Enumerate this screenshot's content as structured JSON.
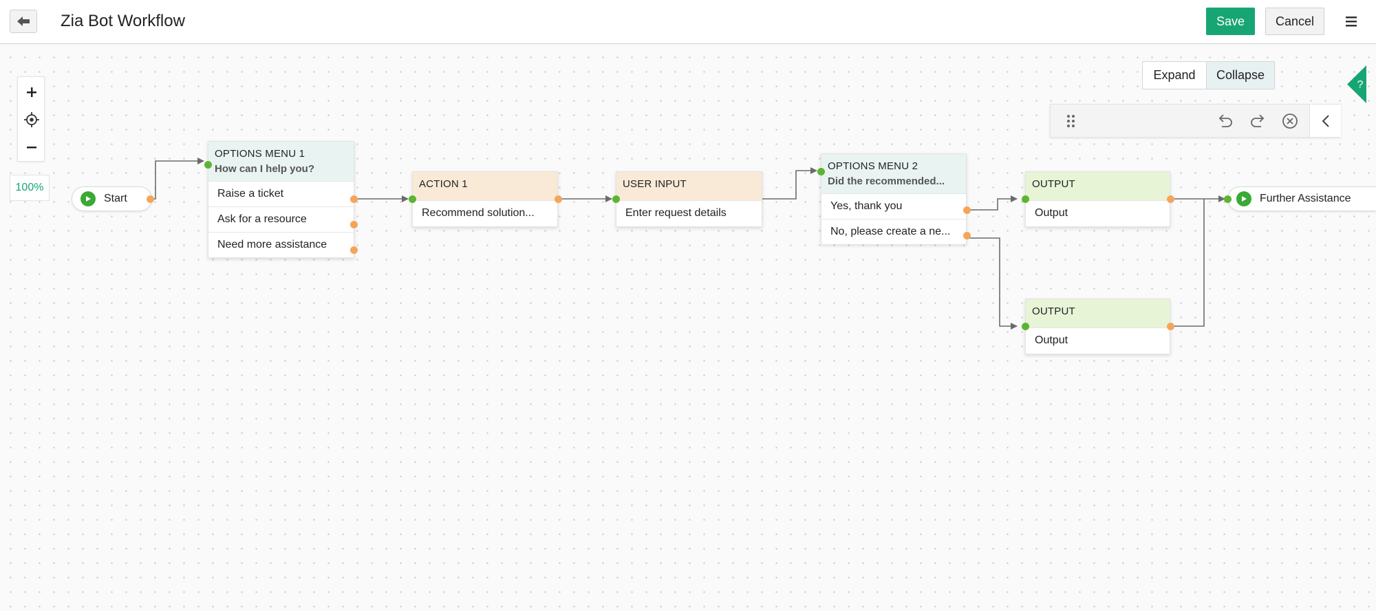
{
  "header": {
    "title": "Zia Bot Workflow",
    "save_label": "Save",
    "cancel_label": "Cancel"
  },
  "canvas": {
    "zoom_level": "100%",
    "expand_label": "Expand",
    "collapse_label": "Collapse",
    "help_label": "?"
  },
  "colors": {
    "accent_green": "#17a673",
    "input_port": "#5cb531",
    "output_port": "#f5a55a",
    "options_header": "#e9f4f2",
    "action_header": "#f9e9d7",
    "output_header": "#e7f4d6"
  },
  "icons": [
    "back-arrow-icon",
    "hamburger-menu-icon",
    "zoom-in-icon",
    "recenter-icon",
    "zoom-out-icon",
    "help-icon",
    "drag-handle-icon",
    "undo-icon",
    "redo-icon",
    "clear-icon",
    "collapse-toolbar-icon",
    "play-icon"
  ],
  "flow": {
    "start": {
      "label": "Start"
    },
    "options_menu_1": {
      "type": "OPTIONS MENU 1",
      "question": "How can I help you?",
      "options": [
        "Raise a ticket",
        "Ask for a resource",
        "Need more assistance"
      ]
    },
    "action_1": {
      "type": "ACTION 1",
      "text": "Recommend solution..."
    },
    "user_input": {
      "type": "USER INPUT",
      "text": "Enter request details"
    },
    "options_menu_2": {
      "type": "OPTIONS MENU 2",
      "question": "Did the recommended...",
      "options": [
        "Yes, thank you",
        "No, please create a ne..."
      ]
    },
    "output_1": {
      "type": "OUTPUT",
      "text": "Output"
    },
    "output_2": {
      "type": "OUTPUT",
      "text": "Output"
    },
    "further_assistance": {
      "label": "Further Assistance"
    }
  }
}
